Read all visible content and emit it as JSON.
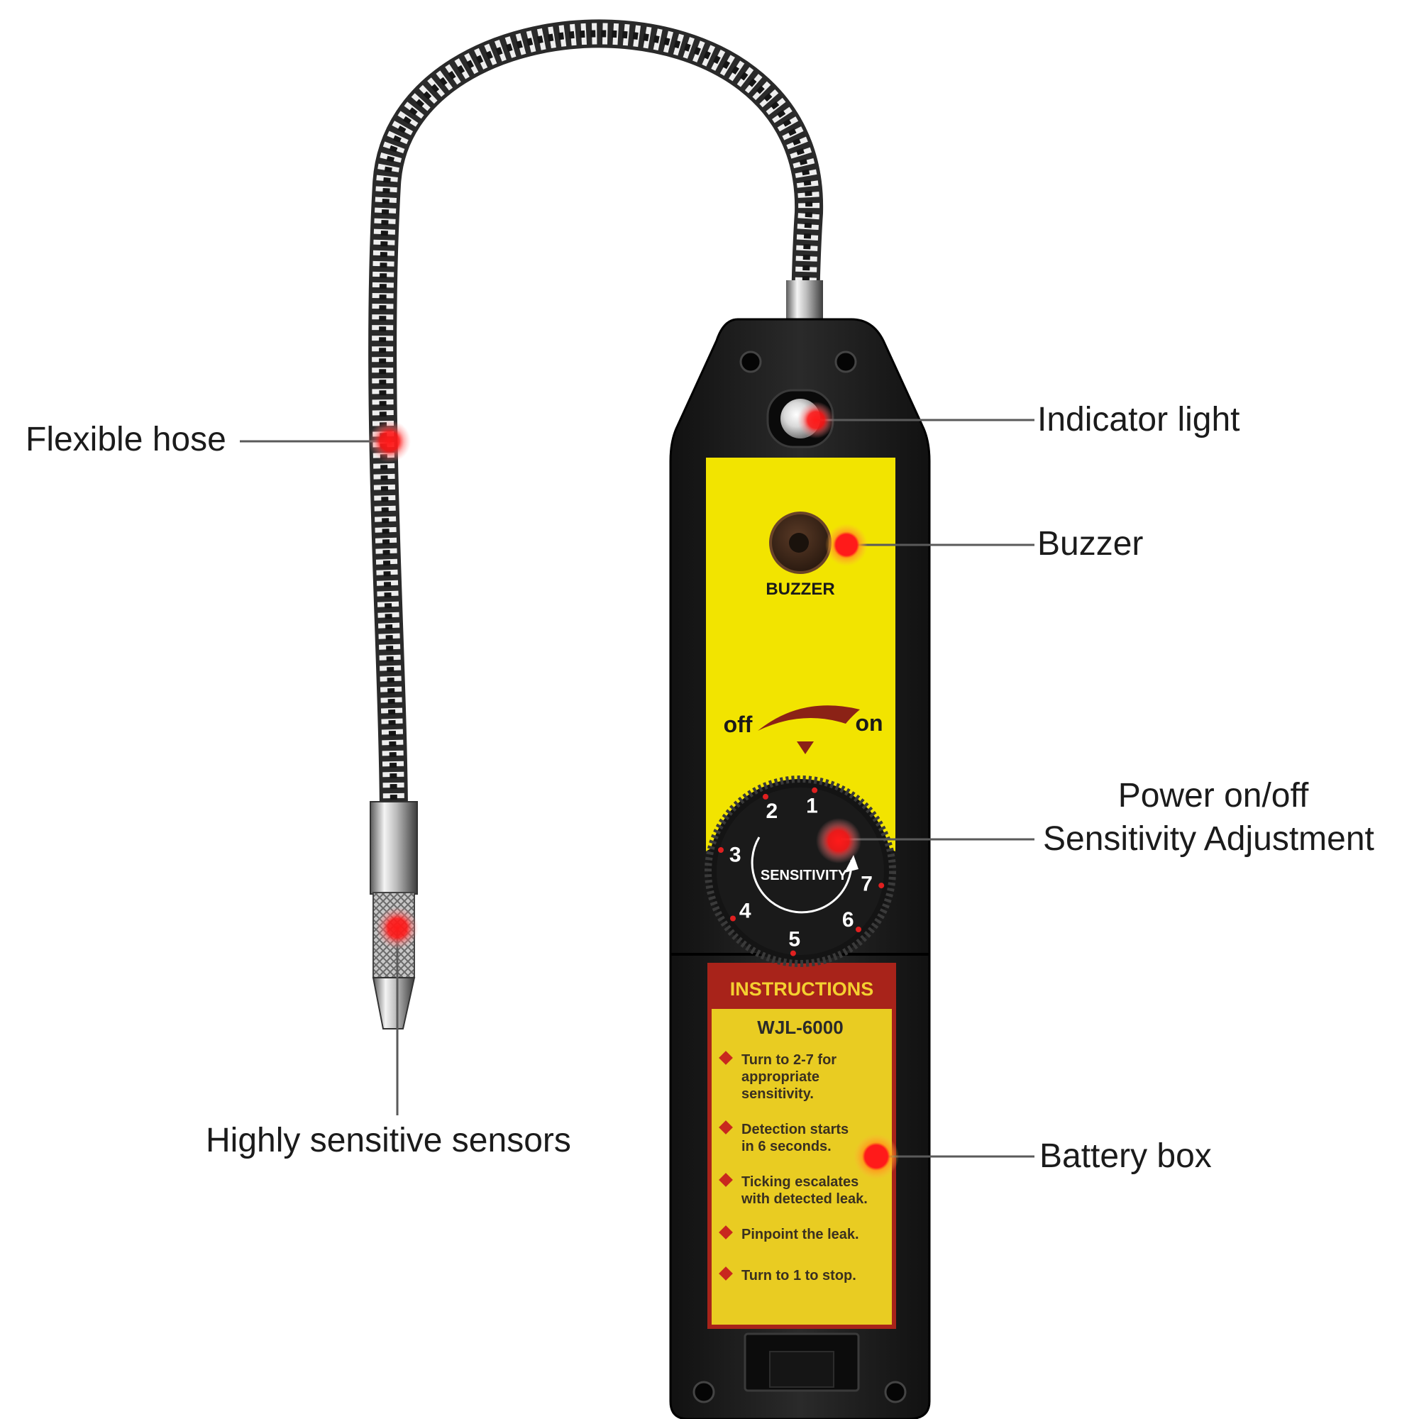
{
  "callouts": {
    "flexible_hose": "Flexible hose",
    "indicator_light": "Indicator light",
    "buzzer": "Buzzer",
    "power_line1": "Power on/off",
    "power_line2": "Sensitivity Adjustment",
    "battery_box": "Battery box",
    "sensors": "Highly sensitive sensors"
  },
  "device": {
    "buzzer_label": "BUZZER",
    "switch_off": "off",
    "switch_on": "on",
    "dial_label": "SENSITIVITY",
    "dial_numbers": [
      "1",
      "2",
      "3",
      "4",
      "5",
      "6",
      "7"
    ],
    "instructions_title": "INSTRUCTIONS",
    "model": "WJL-6000",
    "steps": [
      [
        "Turn to 2-7 for",
        "appropriate",
        "sensitivity."
      ],
      [
        "Detection starts",
        "in 6 seconds."
      ],
      [
        "Ticking escalates",
        "with detected leak."
      ],
      [
        "Pinpoint the leak."
      ],
      [
        "Turn to 1 to stop."
      ]
    ]
  },
  "colors": {
    "body": "#1c1c1c",
    "panel_yellow": "#f2e400",
    "label_yellow": "#e9cc22",
    "label_header": "#a8231a",
    "marker_red": "#ff1a1a",
    "leader_line": "#5a5a5a"
  },
  "icons": [
    "indicator-light-icon",
    "buzzer-icon",
    "dial-knob-icon",
    "bullet-diamond-icon"
  ]
}
